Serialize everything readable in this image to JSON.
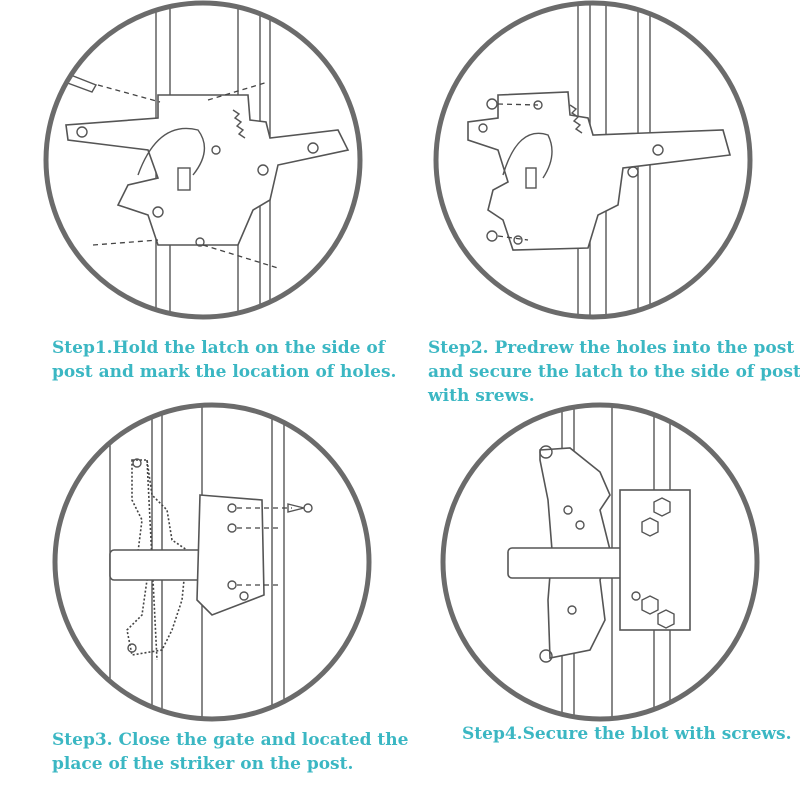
{
  "steps": [
    {
      "id": "step1",
      "lines": [
        "Step1.Hold the latch on the side of",
        "post and mark the location of holes."
      ]
    },
    {
      "id": "step2",
      "lines": [
        "Step2. Predrew the holes into  the  post",
        "and secure the latch to the  side  of post",
        "with srews."
      ]
    },
    {
      "id": "step3",
      "lines": [
        "Step3. Close the gate and located the",
        "place of the striker on the post."
      ]
    },
    {
      "id": "step4",
      "lines": [
        "Step4.Secure the blot with screws."
      ]
    }
  ],
  "colors": {
    "caption": "#3bb7c3",
    "circle_border": "#6b6b6b",
    "line": "#555555"
  }
}
